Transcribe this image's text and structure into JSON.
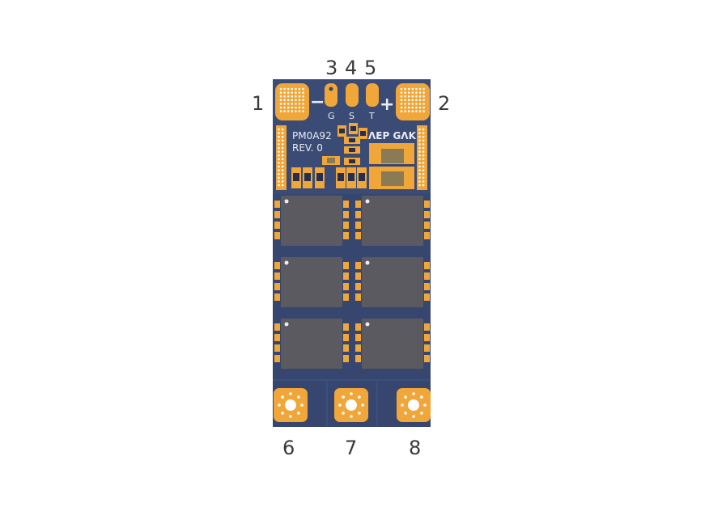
{
  "callouts": {
    "pad_1": "1",
    "pad_2": "2",
    "pad_3": "3",
    "pad_4": "4",
    "pad_5": "5",
    "pad_6": "6",
    "pad_7": "7",
    "pad_8": "8"
  },
  "silkscreen": {
    "minus_sign": "−",
    "plus_sign": "+",
    "signal_g": "G",
    "signal_s": "S",
    "signal_t": "T",
    "model": "PM0A92",
    "revision": "REV. 0",
    "logo_text": "ɅEP GɅK"
  },
  "colors": {
    "board": "#36466e",
    "pad_gold": "#f0a638",
    "mosfet_body": "#5a5a60",
    "silk_white": "#e9ecf5",
    "callout_text": "#3a3a3a"
  }
}
